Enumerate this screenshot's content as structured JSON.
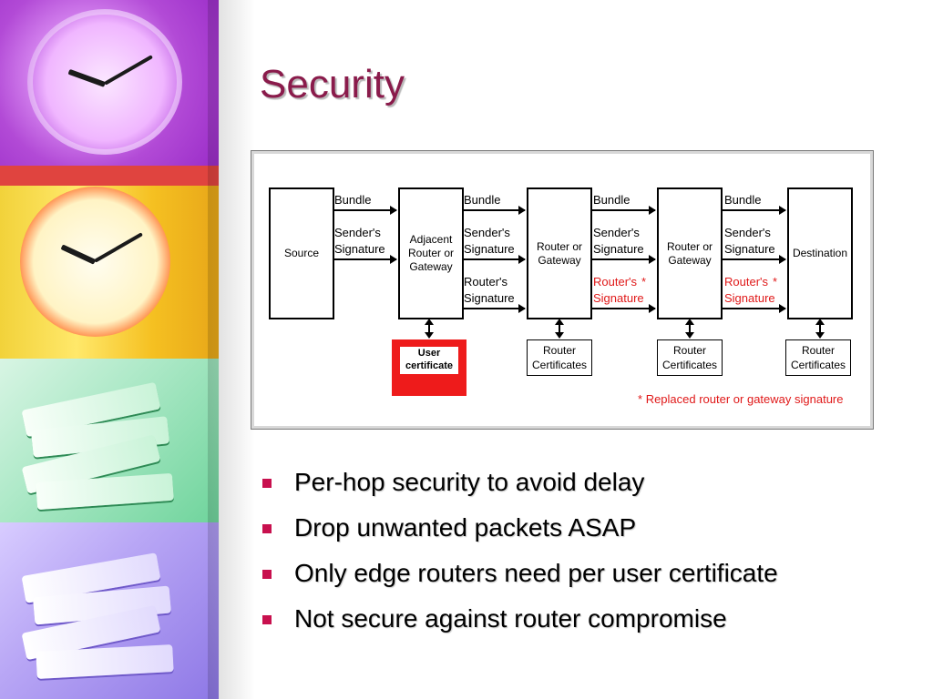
{
  "slide": {
    "title": "Security"
  },
  "diagram": {
    "nodes": {
      "source": "Source",
      "adjacent": [
        "Adjacent",
        "Router or",
        "Gateway"
      ],
      "router1": [
        "Router or",
        "Gateway"
      ],
      "router2": [
        "Router or",
        "Gateway"
      ],
      "destination": "Destination"
    },
    "arrow_labels": {
      "bundle": "Bundle",
      "senders_sig": [
        "Sender's",
        "Signature"
      ],
      "routers_sig": [
        "Router's",
        "Signature"
      ],
      "routers_sig_replaced": [
        "Router's",
        "Signature"
      ],
      "star": "*"
    },
    "user_certificate": [
      "User",
      "certificate"
    ],
    "router_certificates": [
      "Router",
      "Certificates"
    ],
    "footnote_star": "*",
    "footnote": "Replaced router or gateway signature",
    "colors": {
      "highlight": "#ee1b1b",
      "replaced_text": "#e01919"
    }
  },
  "bullets": [
    "Per-hop security to avoid delay",
    "Drop unwanted packets ASAP",
    "Only edge routers need per user certificate",
    "Not secure against router compromise"
  ],
  "theme": {
    "title_color": "#8a1b4b",
    "bullet_color": "#c8104e"
  }
}
